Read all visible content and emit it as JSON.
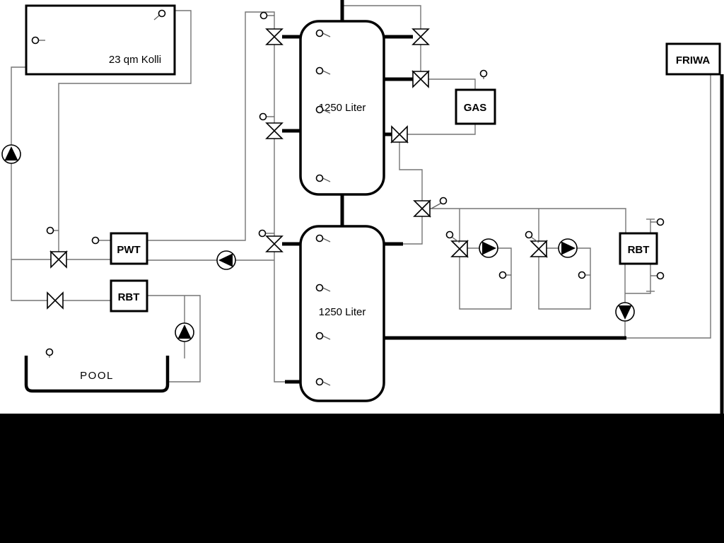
{
  "diagram": {
    "labels": {
      "collector": "23 qm Kolli",
      "buffer_tank_top": "1250 Liter",
      "buffer_tank_bottom": "1250 Liter",
      "gas_boiler": "GAS",
      "friwa_station": "FRIWA",
      "heat_exchanger": "PWT",
      "rbt_left": "RBT",
      "rbt_right": "RBT",
      "pool": "POOL"
    },
    "colors": {
      "background": "#ffffff",
      "footer": "#000000",
      "pipe": "#757575",
      "component_stroke": "#000000"
    }
  }
}
